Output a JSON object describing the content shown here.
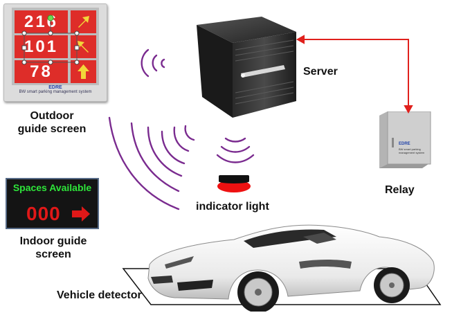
{
  "labels": {
    "outdoor": "Outdoor guide screen",
    "server": "Server",
    "relay": "Relay",
    "indicator": "indicator light",
    "indoor": "Indoor guide screen",
    "detector": "Vehicle detector"
  },
  "outdoor_screen": {
    "numbers": [
      "216",
      "101",
      "78"
    ],
    "brand": "EDRE",
    "brand_caption": "BW smart parking management system"
  },
  "relay_box": {
    "brand": "EDRE",
    "brand_caption": "BW smart parking management system"
  },
  "indoor_screen": {
    "title": "Spaces Available",
    "count": "000"
  },
  "colors": {
    "sign_red": "#de2d29",
    "arrow_yellow": "#f2d63a",
    "connection_red": "#e0201c",
    "signal_purple": "#7a2b8f",
    "indoor_green": "#2ee53a",
    "indicator_red": "#ee1111"
  }
}
